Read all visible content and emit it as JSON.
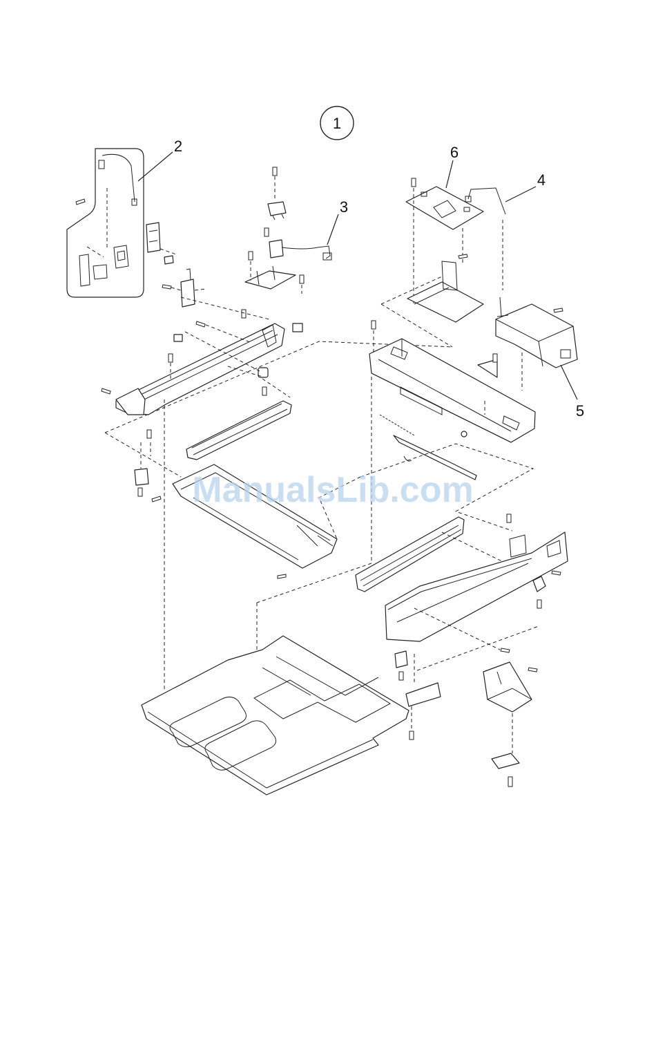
{
  "diagram": {
    "figure_number": "1",
    "callouts": [
      "2",
      "3",
      "4",
      "5",
      "6"
    ],
    "watermark": "ManualsLib.com"
  },
  "colors": {
    "line": "#222222",
    "watermark": "#b9d3ee",
    "background": "#ffffff"
  }
}
